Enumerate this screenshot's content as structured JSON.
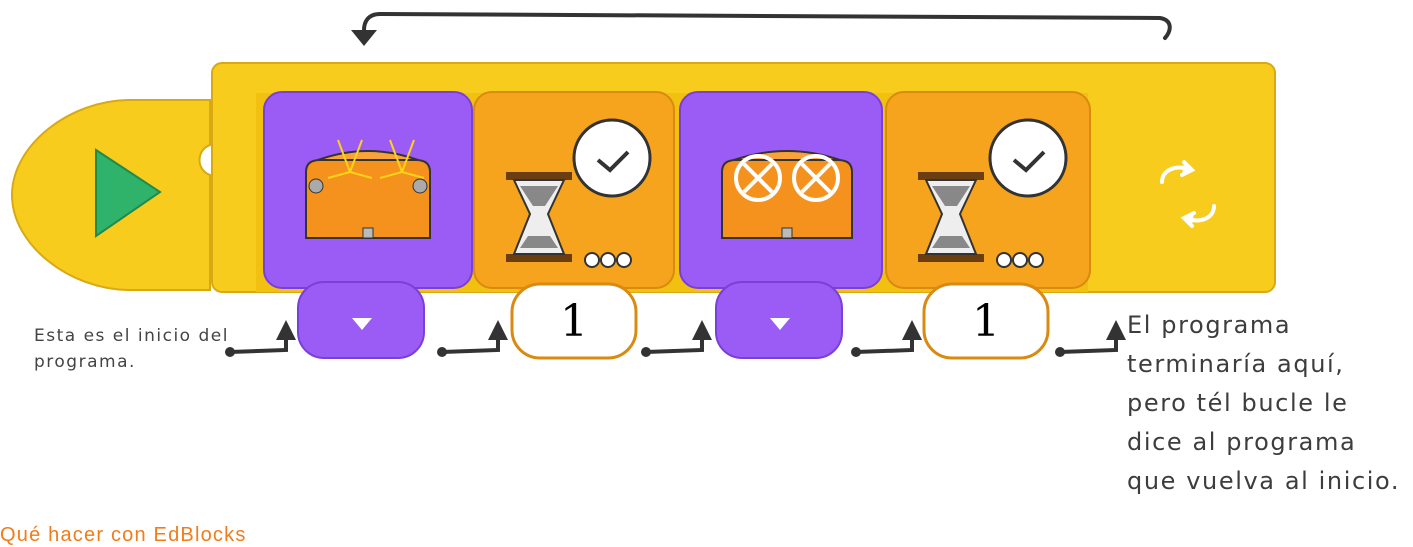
{
  "program": {
    "blocks": [
      {
        "type": "start",
        "icon": "play-icon"
      },
      {
        "type": "eyes",
        "state": "lights on",
        "icon": "eyes-lights-on-icon",
        "dropdown_icon": "chevron-down-icon"
      },
      {
        "type": "wait",
        "icon": "hourglass-clock-icon",
        "value": "1"
      },
      {
        "type": "eyes",
        "state": "lights off",
        "icon": "eyes-lights-off-icon",
        "dropdown_icon": "chevron-down-icon"
      },
      {
        "type": "wait",
        "icon": "hourglass-clock-icon",
        "value": "1"
      },
      {
        "type": "loop",
        "icon": "loop-arrows-icon"
      }
    ]
  },
  "captions": {
    "start": "Esta es el inicio del programa.",
    "end": "El programa terminaría aquí, pero tél bucle le dice al programa que vuelva al inicio."
  },
  "section_heading": "Qué hacer con EdBlocks",
  "colors": {
    "start_block": "#f7cc1c",
    "loop_container": "#f7cc1c",
    "eyes_block": "#9b5cf6",
    "wait_block": "#f6a31d",
    "play": "#2fb36a",
    "heading": "#f07c1a"
  }
}
